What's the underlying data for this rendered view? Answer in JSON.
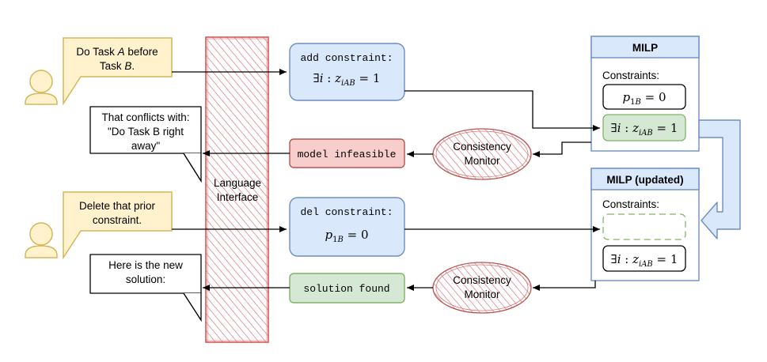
{
  "user_messages": [
    {
      "prefix": "Do Task ",
      "task_a": "A",
      "middle": " before",
      "line2_prefix": "Task ",
      "task_b": "B",
      "line2_suffix": "."
    },
    {
      "line1": "Delete that prior",
      "line2": "constraint."
    }
  ],
  "system_messages": [
    {
      "line1": "That conflicts with:",
      "line2": "\"Do Task B right",
      "line3": "away\""
    },
    {
      "line1": "Here is the new",
      "line2": "solution:"
    }
  ],
  "language_interface": {
    "line1": "Language",
    "line2": "Interface"
  },
  "commands": {
    "add": {
      "label": "add constraint:",
      "formula": "∃i : z_iAB = 1"
    },
    "del": {
      "label": "del constraint:",
      "formula": "p_1B = 0"
    }
  },
  "results": {
    "infeasible": "model infeasible",
    "found": "solution found"
  },
  "monitors": [
    {
      "line1": "Consistency",
      "line2": "Monitor"
    },
    {
      "line1": "Consistency",
      "line2": "Monitor"
    }
  ],
  "milp": {
    "title": "MILP",
    "constraints_label": "Constraints:",
    "constraint_1": "p_1B = 0",
    "constraint_2": "∃i : z_iAB = 1"
  },
  "milp_updated": {
    "title": "MILP (updated)",
    "constraints_label": "Constraints:",
    "constraint_2": "∃i : z_iAB = 1"
  },
  "colors": {
    "note_fill": "#fff2cc",
    "note_stroke": "#d6b656",
    "blue_fill": "#dae8fc",
    "blue_stroke": "#6c8ebf",
    "red_fill": "#f8cecc",
    "red_stroke": "#b85450",
    "green_fill": "#d5e8d4",
    "green_stroke": "#82b366",
    "hatch": "#d9777a"
  }
}
